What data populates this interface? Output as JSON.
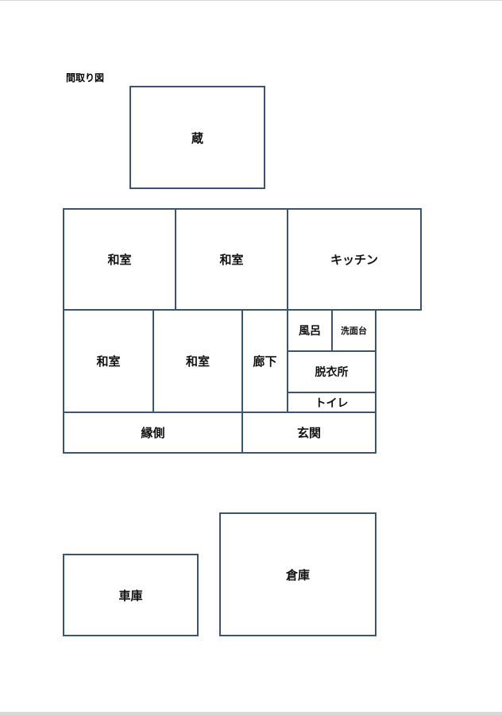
{
  "title": "間取り図",
  "rooms": {
    "kura": "蔵",
    "washitsu_1": "和室",
    "washitsu_2": "和室",
    "kitchen": "キッチン",
    "washitsu_3": "和室",
    "washitsu_4": "和室",
    "rouka": "廊下",
    "furo": "風呂",
    "senmendai": "洗面台",
    "datsuijo": "脱衣所",
    "toilet": "トイレ",
    "engawa": "縁側",
    "genkan": "玄関",
    "shako": "車庫",
    "souko": "倉庫"
  },
  "colors": {
    "wall": "#3b5570"
  }
}
